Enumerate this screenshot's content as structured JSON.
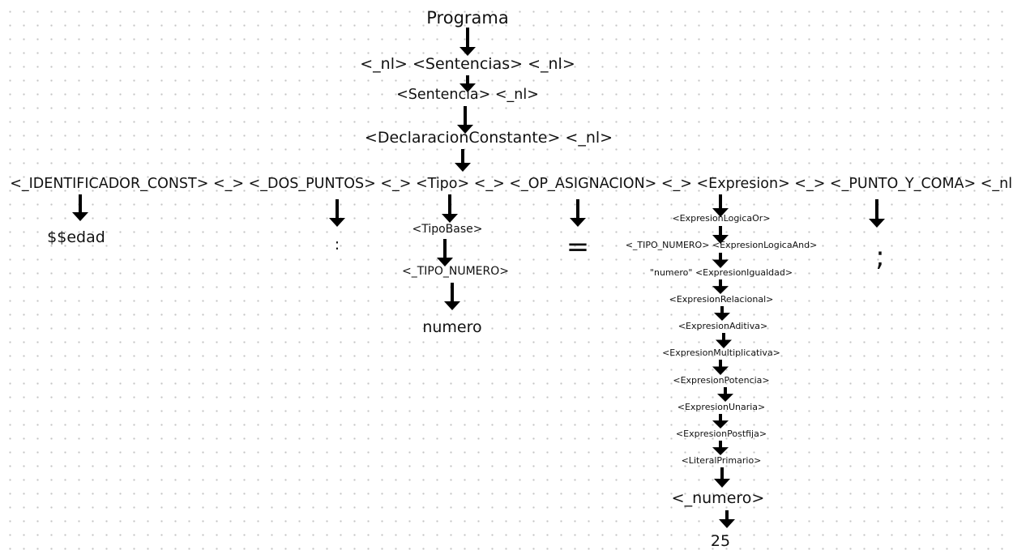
{
  "tree": {
    "root": "Programa",
    "level1": "<_nl> <Sentencias> <_nl>",
    "level2": "<Sentencia> <_nl>",
    "level3": "<DeclaracionConstante> <_nl>",
    "level4": "<_IDENTIFICADOR_CONST> <_> <_DOS_PUNTOS> <_> <Tipo> <_> <_OP_ASIGNACION> <_> <Expresion> <_> <_PUNTO_Y_COMA> <_nl>",
    "identificador_value": "$$edad",
    "dos_puntos_value": ":",
    "tipo_chain": [
      "<TipoBase>",
      "<_TIPO_NUMERO>",
      "numero"
    ],
    "op_asignacion_value": "=",
    "expresion_chain": [
      "<ExpresionLogicaOr>",
      "<_TIPO_NUMERO> <ExpresionLogicaAnd>",
      "\"numero\" <ExpresionIgualdad>",
      "<ExpresionRelacional>",
      "<ExpresionAditiva>",
      "<ExpresionMultiplicativa>",
      "<ExpresionPotencia>",
      "<ExpresionUnaria>",
      "<ExpresionPostfija>",
      "<LiteralPrimario>",
      "<_numero>",
      "25"
    ],
    "punto_y_coma_value": ";"
  }
}
